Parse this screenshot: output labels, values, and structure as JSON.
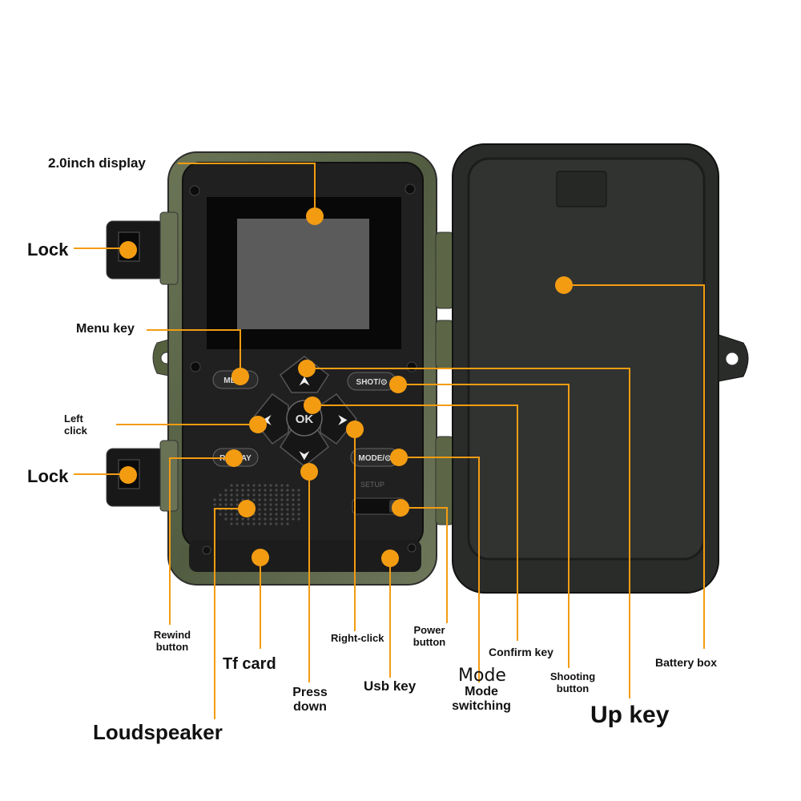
{
  "labels": {
    "display": "2.0inch display",
    "lock_top": "Lock",
    "lock_bottom": "Lock",
    "menu_key": "Menu key",
    "left_click_1": "Left",
    "left_click_2": "click",
    "rewind_1": "Rewind",
    "rewind_2": "button",
    "tf_card": "Tf card",
    "loudspeaker": "Loudspeaker",
    "press_down_1": "Press",
    "press_down_2": "down",
    "right_click": "Right-click",
    "usb_key": "Usb key",
    "power_1": "Power",
    "power_2": "button",
    "mode_big": "Mode",
    "mode_1": "Mode",
    "mode_2": "switching",
    "confirm_key": "Confirm key",
    "shooting_1": "Shooting",
    "shooting_2": "button",
    "up_key": "Up key",
    "battery_box": "Battery box"
  },
  "device": {
    "ok_label": "OK",
    "menu_btn": "MENU",
    "shot_btn": "SHOT/⊙",
    "replay_btn": "REPLAY",
    "mode_btn": "MODE/⊙",
    "setup_label": "SETUP"
  },
  "colors": {
    "accent": "#F39C12",
    "camo": "#5f6a4a",
    "panel": "#222222",
    "screen": "#5a5a5a",
    "door": "#2a2c2a"
  }
}
